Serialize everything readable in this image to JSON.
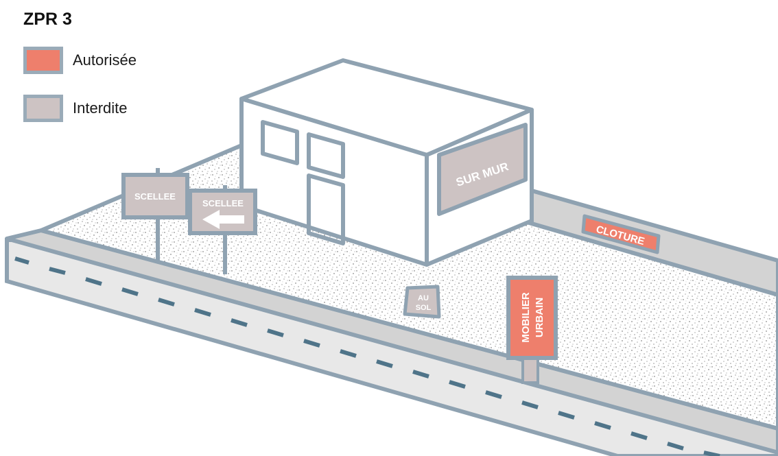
{
  "legend": {
    "title": "ZPR 3",
    "items": [
      {
        "label": "Autorisée",
        "color": "#ee7f6c"
      },
      {
        "label": "Interdite",
        "color": "#cdc3c3"
      }
    ]
  },
  "colors": {
    "stroke": "#8fa2b1",
    "road": "#e8e8e8",
    "sidewalk": "#d3d3d3",
    "dash": "#4f7489",
    "allowed": "#ee7f6c",
    "forbidden": "#cdc3c3"
  },
  "signs": {
    "scellee_1": "SCELLEE",
    "scellee_2": "SCELLEE",
    "sur_mur": "SUR MUR",
    "cloture": "CLOTURE",
    "au_sol_line1": "AU",
    "au_sol_line2": "SOL",
    "mobilier_line1": "MOBILIER",
    "mobilier_line2": "URBAIN"
  }
}
